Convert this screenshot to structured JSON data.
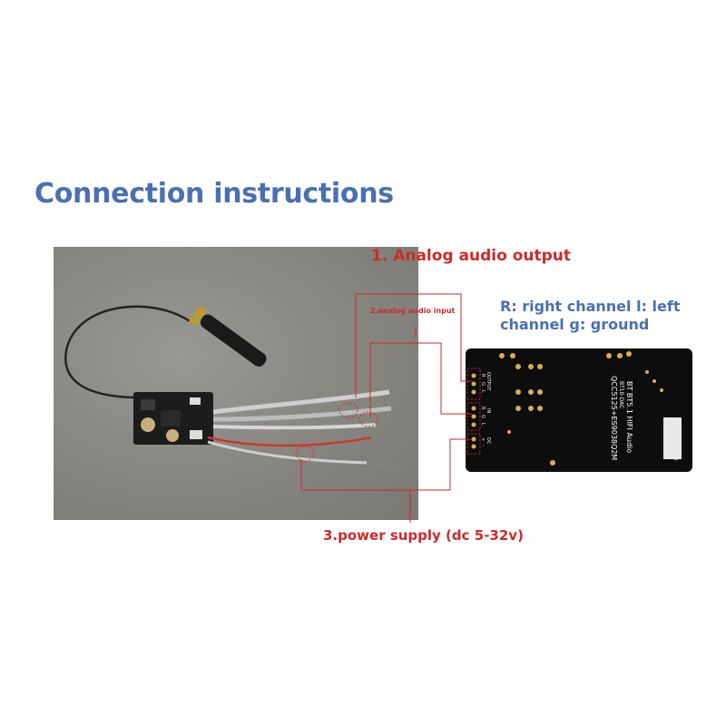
{
  "heading": "Connection instructions",
  "labels": {
    "analog_output": "1. Analog audio output",
    "analog_input": "2.analog audio input",
    "channel_legend": "R: right channel l: left channel g: ground",
    "power_supply": "3.power supply (dc 5-32v)"
  },
  "board": {
    "silkscreen_line1": "BT BT5.1 HIFI Audio",
    "silkscreen_line2": "BT10-DAC",
    "silkscreen_line3": "QCC5125+ES9038Q2M",
    "pin_group_output": "OUTPUT",
    "pin_group_input": "IN",
    "pin_group_power": "DC",
    "pins_output": [
      "R",
      "G",
      "L"
    ],
    "pins_input": [
      "R",
      "G",
      "L"
    ],
    "pins_power": [
      "+",
      "-"
    ]
  },
  "colors": {
    "heading_blue": "#4a6fb3",
    "annotation_red": "#cc2a2a",
    "board_black": "#0d0d0d",
    "pad_gold": "#d8b04a"
  }
}
